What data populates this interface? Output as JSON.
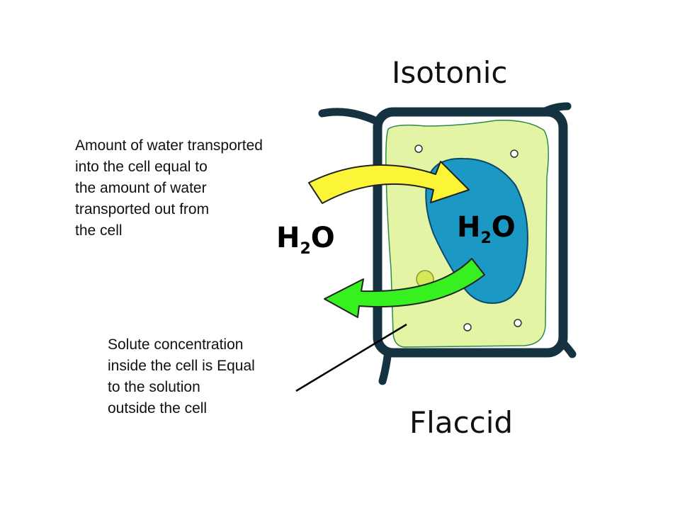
{
  "title_top": "Isotonic",
  "title_bottom": "Flaccid",
  "note_top": "Amount of water transported\ninto the cell equal to\nthe amount of water\ntransported out from\nthe cell",
  "note_bottom": "Solute concentration\ninside the cell is Equal\nto the solution\noutside the cell",
  "formula": {
    "main": "H",
    "sub": "2",
    "tail": "O"
  },
  "colors": {
    "cell_wall": "#14323f",
    "cytoplasm": "#e3f4a4",
    "vacuole": "#1c98c4",
    "arrow_in": "#fbf437",
    "arrow_out": "#36f020",
    "pointer_line": "#000000"
  }
}
